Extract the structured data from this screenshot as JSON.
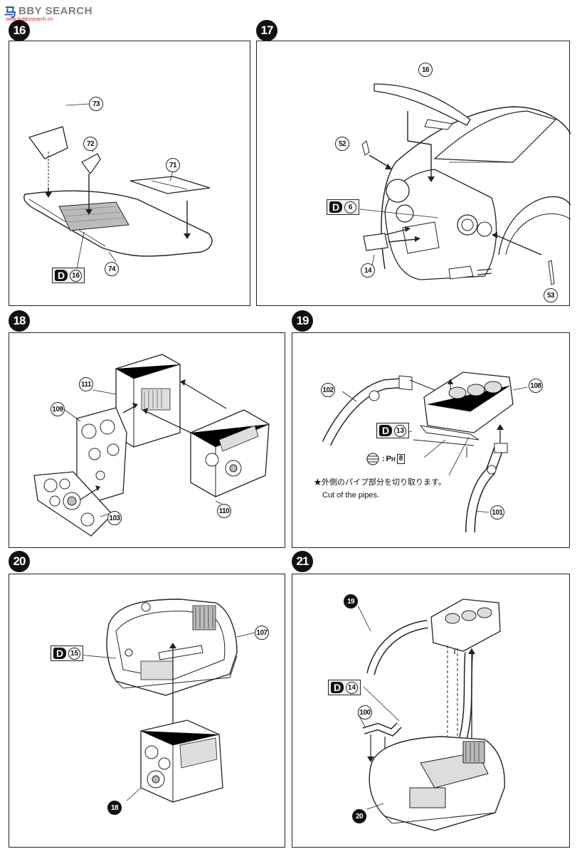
{
  "header": {
    "logo_cn": "马",
    "logo_en": "BBY SEARCH",
    "logo_url": "www.hobbysearch.cn"
  },
  "steps": [
    {
      "number": "16"
    },
    {
      "number": "17"
    },
    {
      "number": "18"
    },
    {
      "number": "19"
    },
    {
      "number": "20"
    },
    {
      "number": "21"
    }
  ],
  "step16": {
    "parts": [
      "73",
      "72",
      "71",
      "74"
    ],
    "d_tag": {
      "letter": "D",
      "number": "16"
    }
  },
  "step17": {
    "parts": [
      "16",
      "52",
      "14",
      "53"
    ],
    "d_tag": {
      "letter": "D",
      "number": "6"
    }
  },
  "step18": {
    "parts": [
      "111",
      "109",
      "103",
      "110"
    ]
  },
  "step19": {
    "parts": [
      "102",
      "108",
      "101"
    ],
    "d_tag": {
      "letter": "D",
      "number": "13"
    },
    "ph_tag": {
      "prefix": "P",
      "sub": "H",
      "num": "8"
    },
    "note_jp": "★外側のパイプ部分を切り取ります。",
    "note_en": "Cut of the pipes."
  },
  "step20": {
    "parts": [
      "107",
      "18"
    ],
    "d_tag": {
      "letter": "D",
      "number": "15"
    }
  },
  "step21": {
    "parts": [
      "19",
      "100",
      "20"
    ],
    "d_tag": {
      "letter": "D",
      "number": "14"
    }
  },
  "colors": {
    "ink": "#111111",
    "logo_blue": "#1d4fa3",
    "logo_grey": "#7a7f86"
  }
}
